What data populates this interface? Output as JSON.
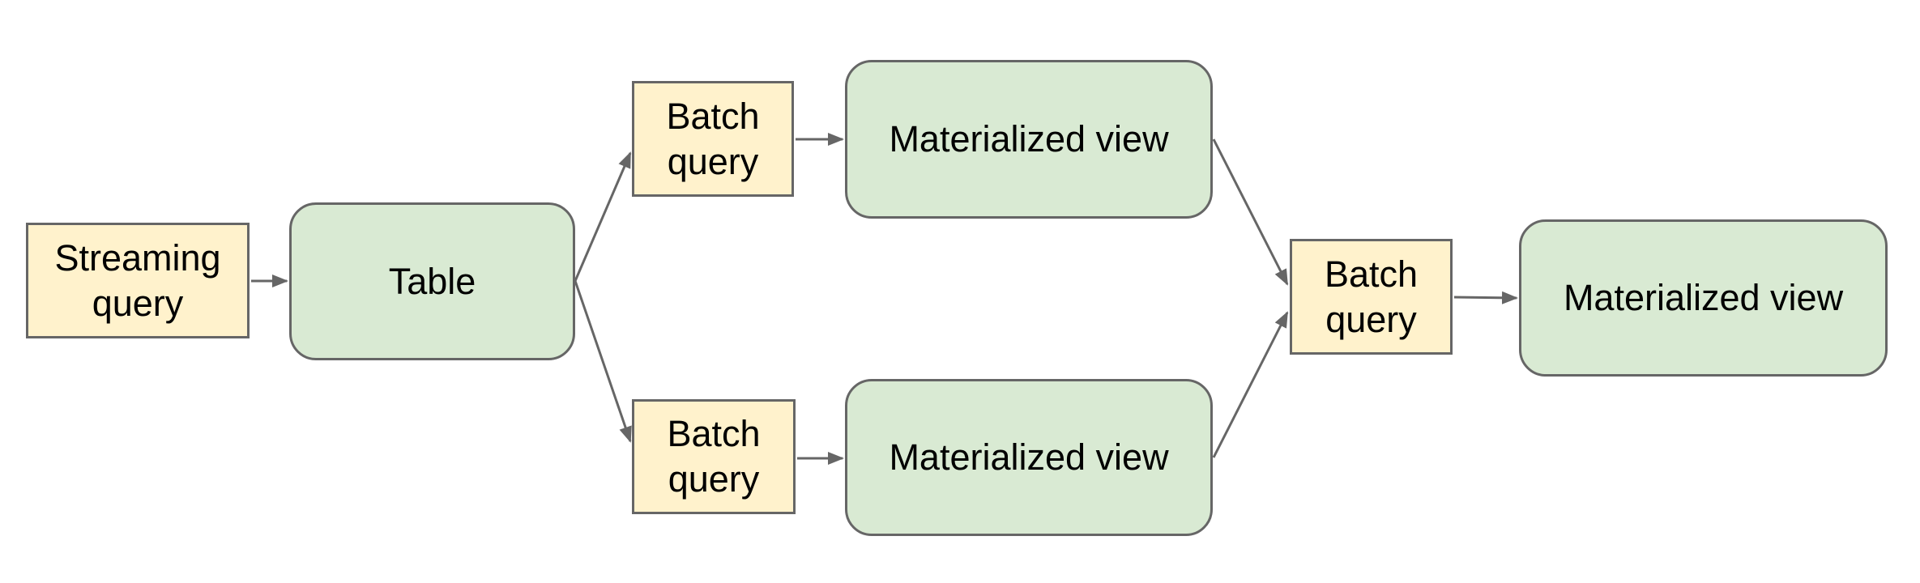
{
  "diagram": {
    "background_color": "#ffffff",
    "palette": {
      "query_fill": "#fff2cc",
      "view_fill": "#d9ead3",
      "border_color": "#666666",
      "arrow_color": "#666666",
      "text_color": "#000000"
    },
    "nodes": [
      {
        "id": "streaming-query",
        "kind": "query",
        "label": "Streaming\nquery"
      },
      {
        "id": "table",
        "kind": "view",
        "label": "Table"
      },
      {
        "id": "batch-query-top",
        "kind": "query",
        "label": "Batch\nquery"
      },
      {
        "id": "materialized-view-top",
        "kind": "view",
        "label": "Materialized view"
      },
      {
        "id": "batch-query-bottom",
        "kind": "query",
        "label": "Batch\nquery"
      },
      {
        "id": "materialized-view-bottom",
        "kind": "view",
        "label": "Materialized view"
      },
      {
        "id": "batch-query-right",
        "kind": "query",
        "label": "Batch\nquery"
      },
      {
        "id": "materialized-view-right",
        "kind": "view",
        "label": "Materialized view"
      }
    ],
    "edges": [
      {
        "from": "streaming-query",
        "to": "table"
      },
      {
        "from": "table",
        "to": "batch-query-top"
      },
      {
        "from": "table",
        "to": "batch-query-bottom"
      },
      {
        "from": "batch-query-top",
        "to": "materialized-view-top"
      },
      {
        "from": "batch-query-bottom",
        "to": "materialized-view-bottom"
      },
      {
        "from": "materialized-view-top",
        "to": "batch-query-right"
      },
      {
        "from": "materialized-view-bottom",
        "to": "batch-query-right"
      },
      {
        "from": "batch-query-right",
        "to": "materialized-view-right"
      }
    ]
  }
}
